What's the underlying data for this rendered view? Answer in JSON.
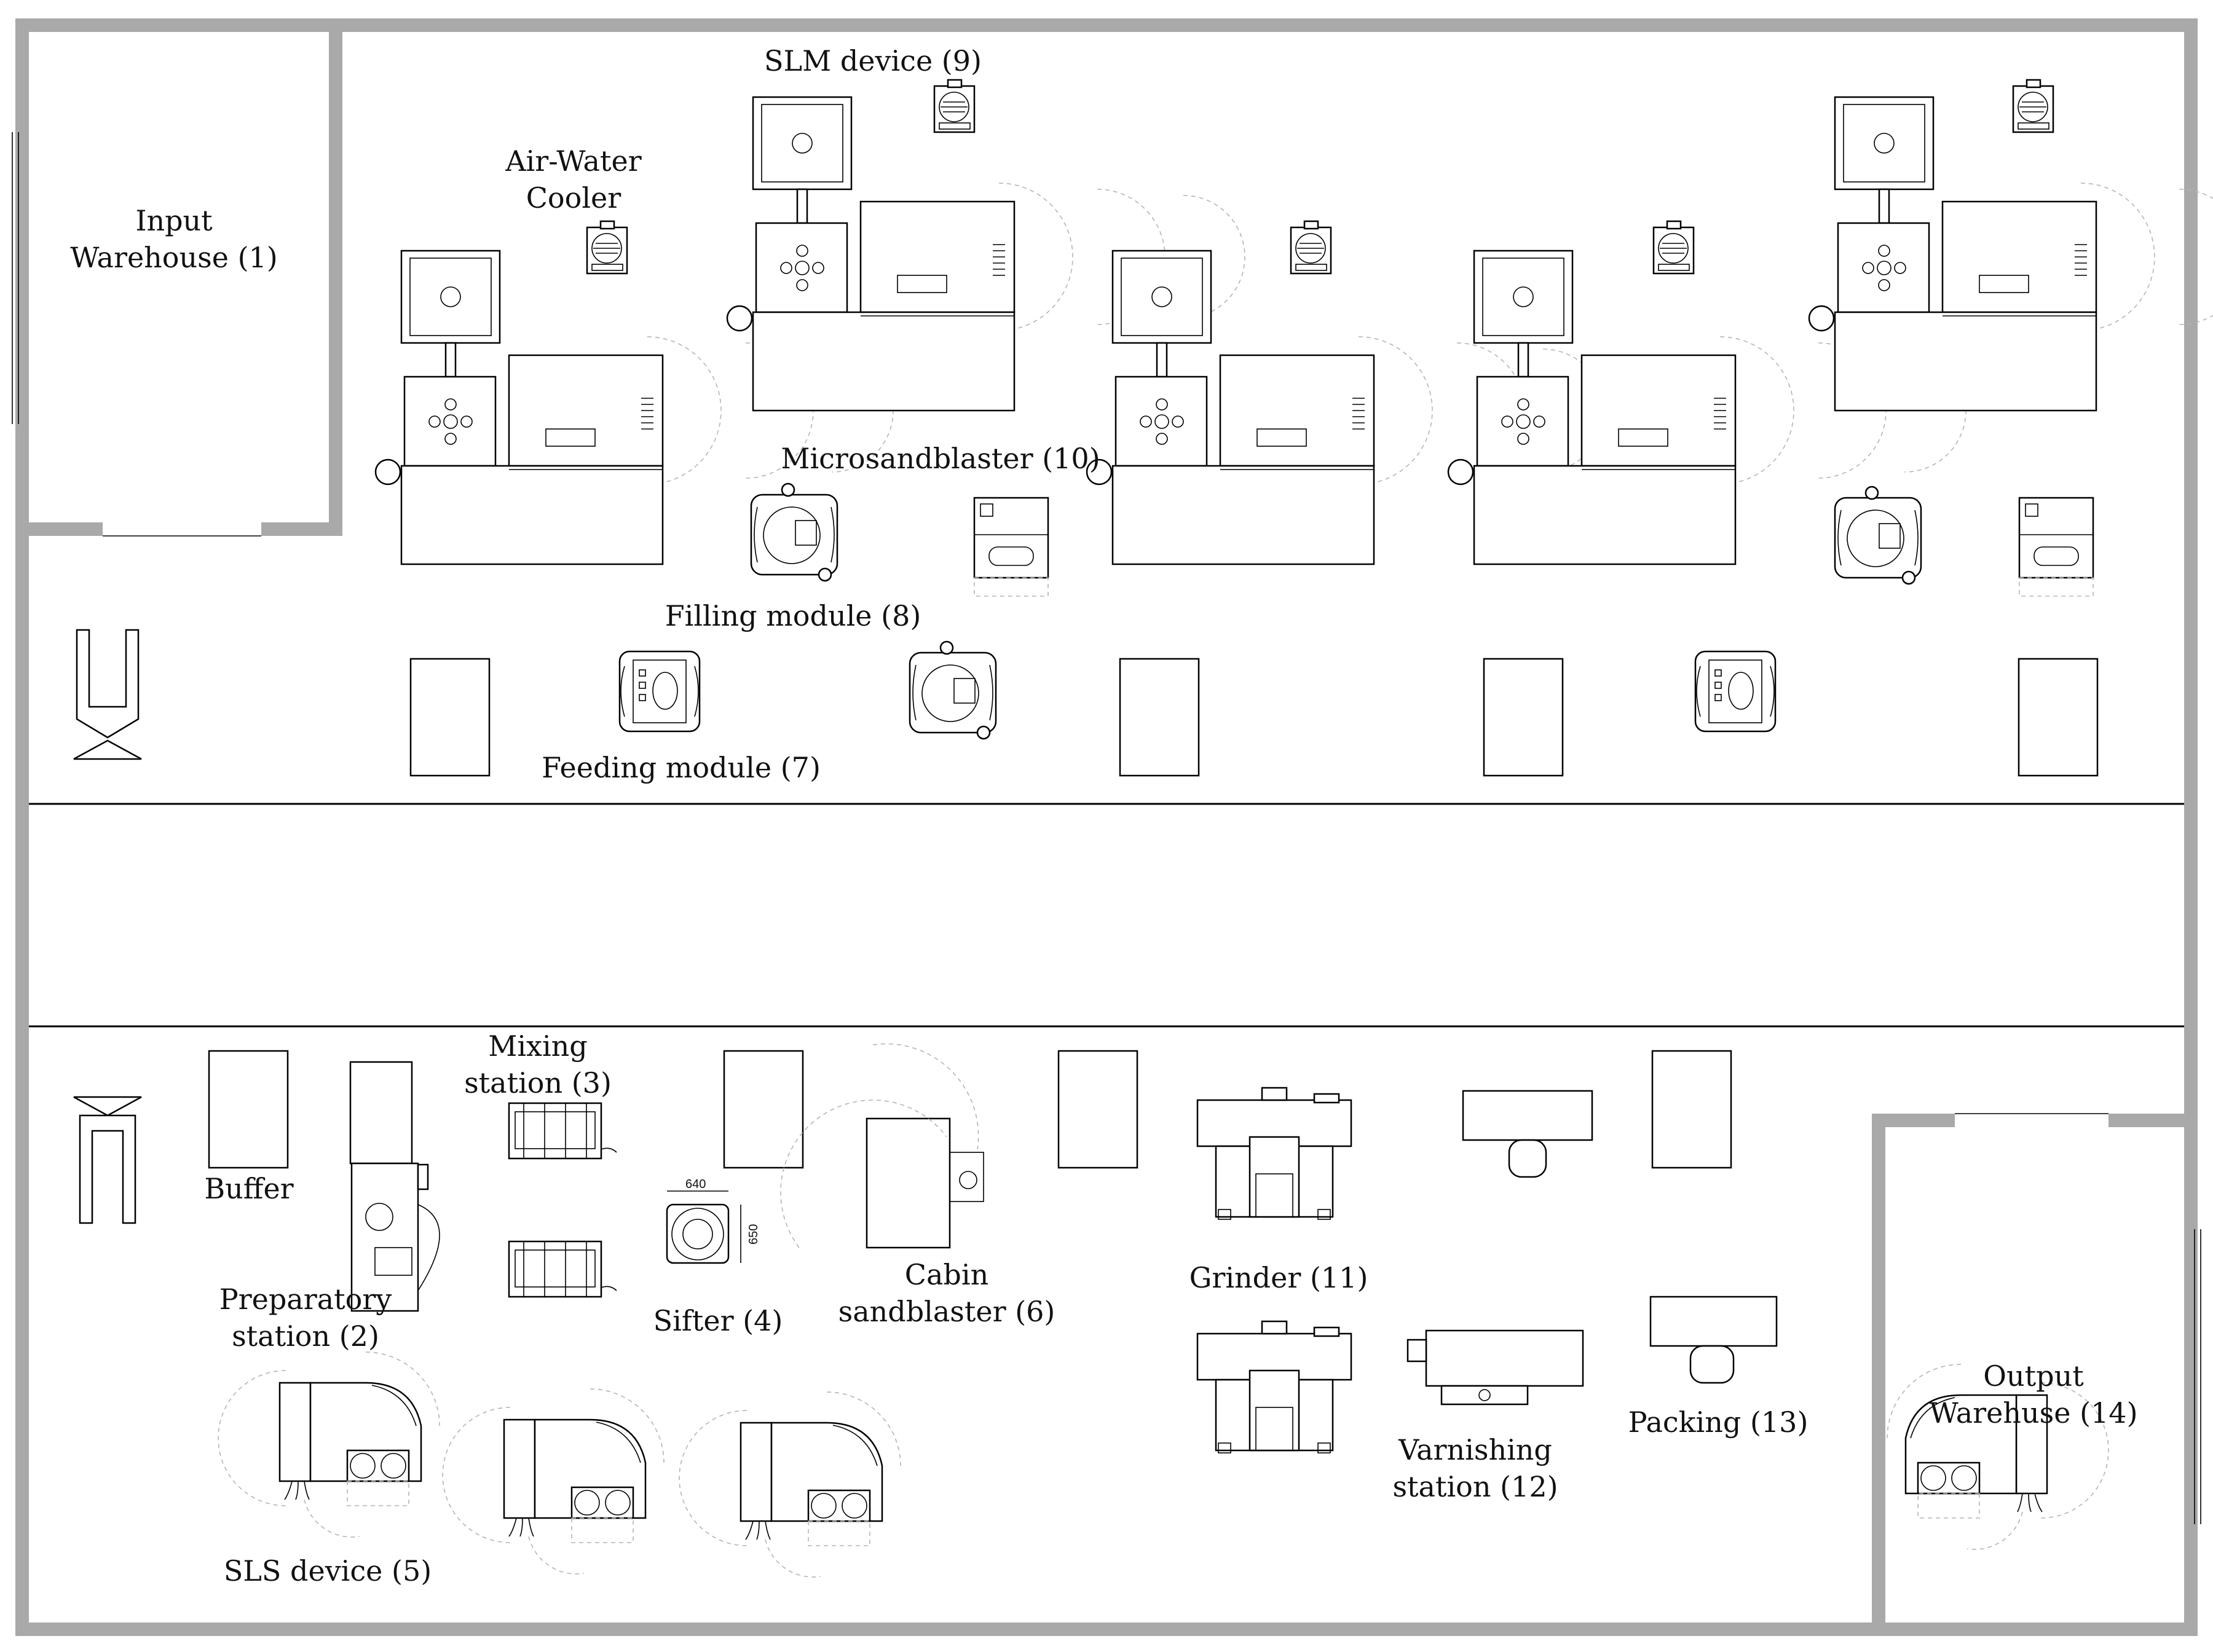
{
  "labels": {
    "input_warehouse": [
      "Input",
      "Warehouse (1)"
    ],
    "air_water_cooler": [
      "Air-Water",
      "Cooler"
    ],
    "slm_device": "SLM device (9)",
    "microsandblaster": "Microsandblaster (10)",
    "filling_module": "Filling module (8)",
    "feeding_module": "Feeding module (7)",
    "mixing_station": [
      "Mixing",
      "station (3)"
    ],
    "buffer": "Buffer",
    "preparatory_station": [
      "Preparatory",
      "station (2)"
    ],
    "sifter": "Sifter (4)",
    "cabin_sandblaster": [
      "Cabin",
      "sandblaster (6)"
    ],
    "grinder": "Grinder (11)",
    "varnishing_station": [
      "Varnishing",
      "station (12)"
    ],
    "packing": "Packing (13)",
    "output_warehouse": [
      "Output",
      "Warehuse (14)"
    ],
    "sls_device": "SLS device (5)"
  },
  "dimensions": {
    "sifter_width": "640",
    "sifter_depth": "650"
  },
  "colors": {
    "wall": "#a9a9a9",
    "line": "#000000",
    "clearance": "#b5b5b5"
  }
}
